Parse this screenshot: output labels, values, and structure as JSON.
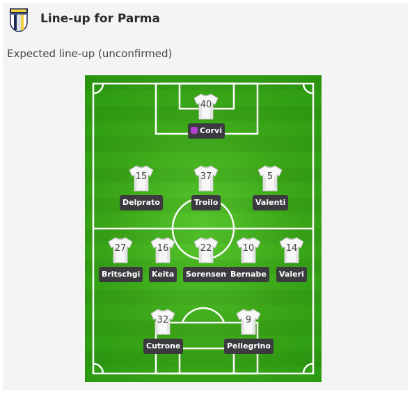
{
  "header": {
    "title": "Line-up for Parma",
    "logo_icon": "parma-crest-icon"
  },
  "subtitle": "Expected line-up (unconfirmed)",
  "lineup": {
    "goalkeeper": {
      "number": "40",
      "name": "Corvi",
      "gk_icon": "goalkeeper-glove-icon"
    },
    "defenders": [
      {
        "number": "15",
        "name": "Delprato"
      },
      {
        "number": "37",
        "name": "Troilo"
      },
      {
        "number": "5",
        "name": "Valenti"
      }
    ],
    "midfielders": [
      {
        "number": "27",
        "name": "Britschgi"
      },
      {
        "number": "16",
        "name": "Keita"
      },
      {
        "number": "22",
        "name": "Sorensen"
      },
      {
        "number": "10",
        "name": "Bernabe"
      },
      {
        "number": "14",
        "name": "Valeri"
      }
    ],
    "forwards": [
      {
        "number": "32",
        "name": "Cutrone"
      },
      {
        "number": "9",
        "name": "Pellegrino"
      }
    ]
  },
  "colors": {
    "pitch": "#3aa618",
    "name_tag": "#3b3b3f",
    "gk_icon": "#b23fd1"
  }
}
